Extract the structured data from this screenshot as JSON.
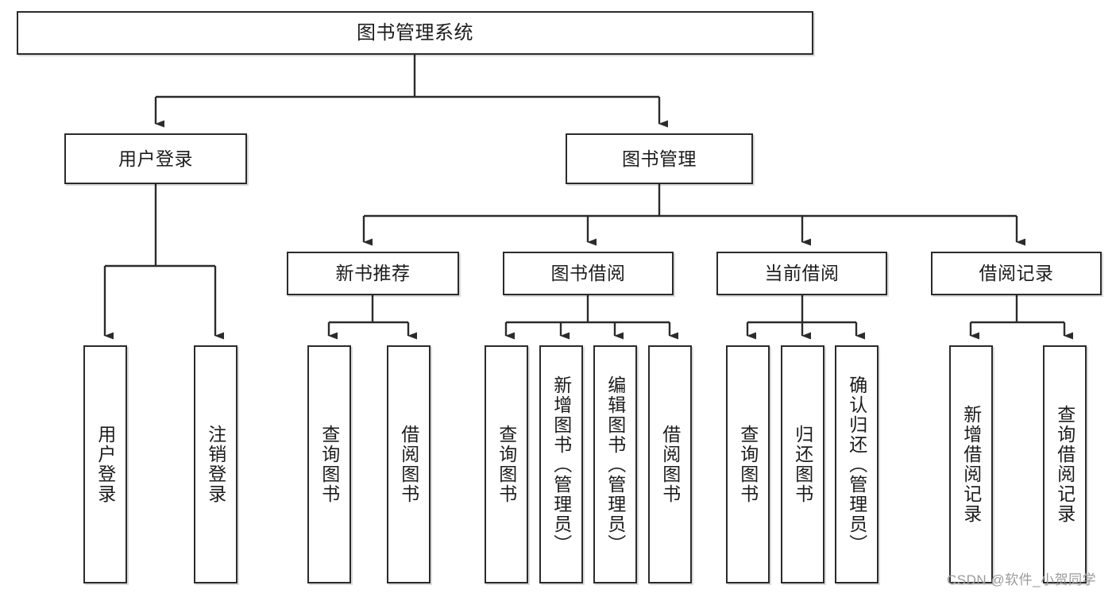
{
  "diagram": {
    "type": "tree-hierarchy-chart",
    "title": "图书管理系统",
    "orientation": "top-down",
    "line_color": "#2b2b2b",
    "box_fill": "#ffffff",
    "text_color": "#1c1c1c",
    "watermark": "CSDN @软件_小贺同学"
  },
  "nodes": {
    "root": {
      "label": "图书管理系统"
    },
    "level1": [
      {
        "label": "用户登录"
      },
      {
        "label": "图书管理"
      }
    ],
    "level2": [
      {
        "label": "新书推荐"
      },
      {
        "label": "图书借阅"
      },
      {
        "label": "当前借阅"
      },
      {
        "label": "借阅记录"
      }
    ],
    "leaves_user_login": [
      {
        "label": "用户登录"
      },
      {
        "label": "注销登录"
      }
    ],
    "leaves_new_book": [
      {
        "label": "查询图书"
      },
      {
        "label": "借阅图书"
      }
    ],
    "leaves_borrow": [
      {
        "label": "查询图书"
      },
      {
        "label": "新增图书（管理员）"
      },
      {
        "label": "编辑图书（管理员）"
      },
      {
        "label": "借阅图书"
      }
    ],
    "leaves_current": [
      {
        "label": "查询图书"
      },
      {
        "label": "归还图书"
      },
      {
        "label": "确认归还（管理员）"
      }
    ],
    "leaves_records": [
      {
        "label": "新增借阅记录"
      },
      {
        "label": "查询借阅记录"
      }
    ]
  }
}
